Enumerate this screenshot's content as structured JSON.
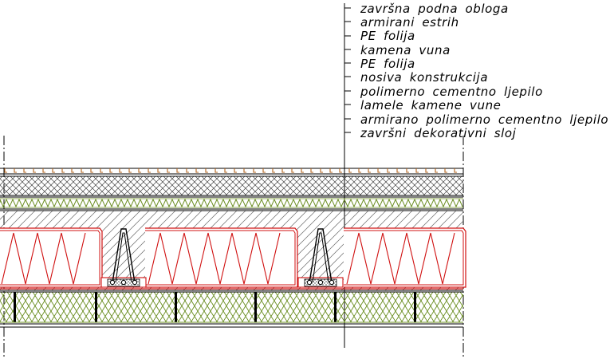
{
  "labels": [
    "završna podna obloga",
    "armirani estrih",
    "PE folija",
    "kamena vuna",
    "PE folija",
    "nosiva konstrukcija",
    "polimerno cementno ljepilo",
    "lamele kamene vune",
    "armirano polimerno cementno ljepilo",
    "završni dekorativni sloj"
  ],
  "colors": {
    "line": "#000000",
    "floor_finish": "#b5651d",
    "wool": "#6b8e23",
    "structure": "#d01010",
    "hatch": "#555555"
  }
}
